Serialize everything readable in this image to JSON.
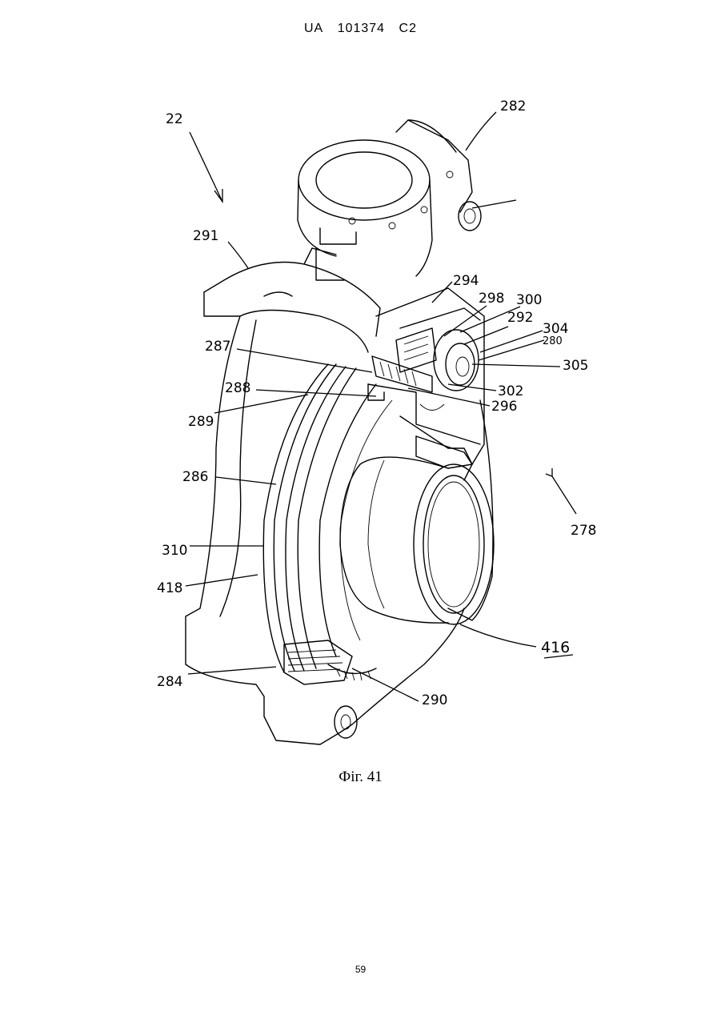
{
  "header": {
    "country": "UA",
    "number": "101374",
    "kind": "C2"
  },
  "figure": {
    "caption": "Фіг. 41",
    "labels": {
      "l22": "22",
      "l282": "282",
      "l291": "291",
      "l294": "294",
      "l298": "298",
      "l300": "300",
      "l292": "292",
      "l304": "304",
      "l280": "280",
      "l287": "287",
      "l305": "305",
      "l302": "302",
      "l288": "288",
      "l296": "296",
      "l289": "289",
      "l286": "286",
      "l278": "278",
      "l310": "310",
      "l418": "418",
      "l416": "416",
      "l284": "284",
      "l290": "290"
    }
  },
  "page_number": "59"
}
